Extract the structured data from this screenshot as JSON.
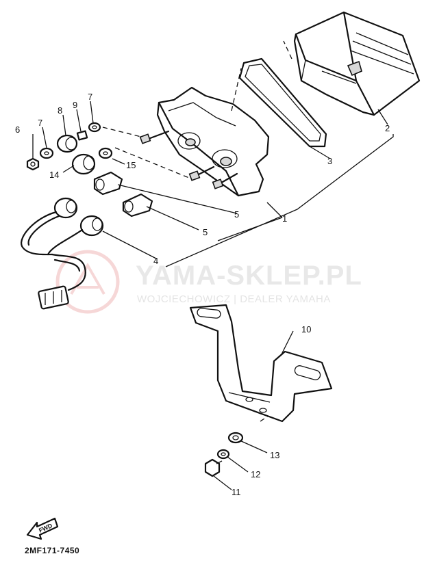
{
  "watermark": {
    "title": "YAMA-SKLEP.PL",
    "subtitle": "WOJCIECHOWICZ | DEALER YAMAHA"
  },
  "callouts": {
    "p1": "1",
    "p2": "2",
    "p3": "3",
    "p4": "4",
    "p5a": "5",
    "p5b": "5",
    "p6": "6",
    "p7a": "7",
    "p7b": "7",
    "p8": "8",
    "p9": "9",
    "p10": "10",
    "p11": "11",
    "p12": "12",
    "p13": "13",
    "p14": "14",
    "p15": "15"
  },
  "front_arrow_label": "FWD",
  "diagram_code": "2MF171-7450",
  "colors": {
    "ink": "#111111",
    "watermark": "#e8e8e8",
    "watermark_logo": "#f3c7c7"
  }
}
